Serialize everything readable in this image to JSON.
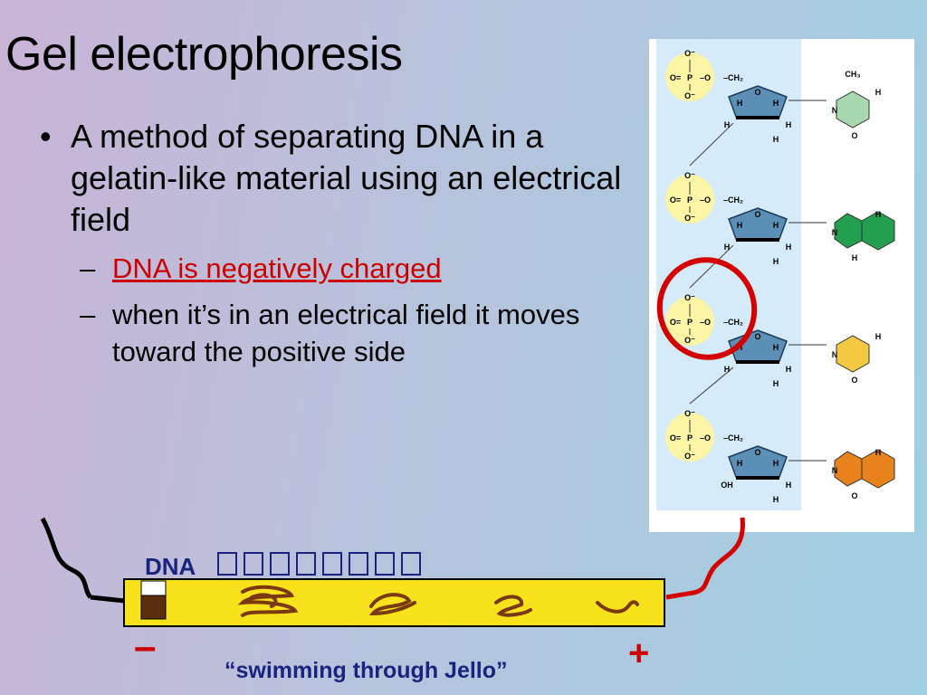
{
  "slide": {
    "title": "Gel electrophoresis",
    "bullet": "A method of separating DNA in a gelatin-like material using an electrical field",
    "sub_bullets": [
      "DNA is negatively charged",
      "when it’s in an electrical field it moves toward the positive side"
    ]
  },
  "diagram": {
    "dna_label": "DNA",
    "negative_label": "–",
    "positive_label": "+",
    "caption": "“swimming through Jello”",
    "arrow_count": 8
  },
  "molecule": {
    "phosphate": {
      "o": "O",
      "p": "P",
      "ominus": "O⁻",
      "ch2": "CH₂"
    },
    "sugar": {
      "o": "O",
      "h": "H",
      "oh": "OH"
    },
    "bases": [
      {
        "name": "thymine",
        "color": "#a8d8b0",
        "ch3": "CH₃",
        "o": "O",
        "n": "N",
        "h": "H"
      },
      {
        "name": "adenine",
        "color": "#22a050",
        "n": "N",
        "h": "H"
      },
      {
        "name": "cytosine",
        "color": "#f5c842",
        "n": "N",
        "h": "H",
        "o": "O"
      },
      {
        "name": "guanine",
        "color": "#e8821a",
        "n": "N",
        "h": "H",
        "o": "O"
      }
    ],
    "colors": {
      "phosphate": "#fdf5a6",
      "sugar": "#5b8fb5",
      "backbone": "#d6ebfa",
      "highlight": "#d40000"
    }
  }
}
